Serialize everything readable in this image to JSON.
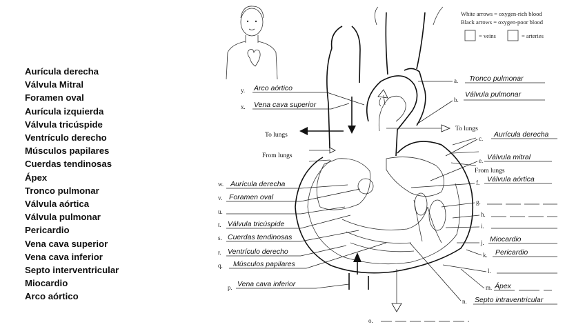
{
  "word_bank": [
    "Aurícula derecha",
    "Válvula Mitral",
    "Foramen oval",
    "Aurícula izquierda",
    "Válvula tricúspide",
    "Ventrículo derecho",
    "Músculos papilares",
    "Cuerdas tendinosas",
    "Ápex",
    "Tronco pulmonar",
    "Válvula aórtica",
    "Válvula pulmonar",
    "Pericardio",
    "Vena cava superior",
    "Vena cava inferior",
    "Septo interventricular",
    "Miocardio",
    "Arco aórtico"
  ],
  "legend": {
    "white_arrows": "White arrows = oxygen-rich blood",
    "black_arrows": "Black arrows = oxygen-poor blood",
    "veins": "= veins",
    "arteries": "= arteries"
  },
  "flow_labels": {
    "to_lungs_left": "To lungs",
    "from_lungs_left": "From lungs",
    "to_lungs_right": "To lungs",
    "from_lungs_right": "From lungs"
  },
  "letters": {
    "a": "a.",
    "b": "b.",
    "c": "c.",
    "e": "e.",
    "f": "f.",
    "g": "g.",
    "h": "h.",
    "i": "i.",
    "j": "j.",
    "k": "k.",
    "l": "l.",
    "m": "m.",
    "n": "n.",
    "o": "o.",
    "p": "p.",
    "q": "q.",
    "r": "r.",
    "s": "s.",
    "t": "t.",
    "u": "u.",
    "v": "v.",
    "w": "w.",
    "x": "x.",
    "y": "y."
  },
  "answers": {
    "a": "Tronco pulmonar",
    "b": "Válvula pulmonar",
    "c": "Aurícula derecha",
    "e": "Válvula mitral",
    "f": "Válvula aórtica",
    "j": "Miocardio",
    "k": "Pericardio",
    "m": "Ápex",
    "n": "Septo intraventricular",
    "p": "Vena cava inferior",
    "q": "Músculos papilares",
    "r": "Ventrículo derecho",
    "s": "Cuerdas tendinosas",
    "t": "Válvula tricúspide",
    "v": "Foramen oval",
    "w": "Aurícula derecha",
    "x": "Vena cava superior",
    "y": "Arco aórtico"
  }
}
